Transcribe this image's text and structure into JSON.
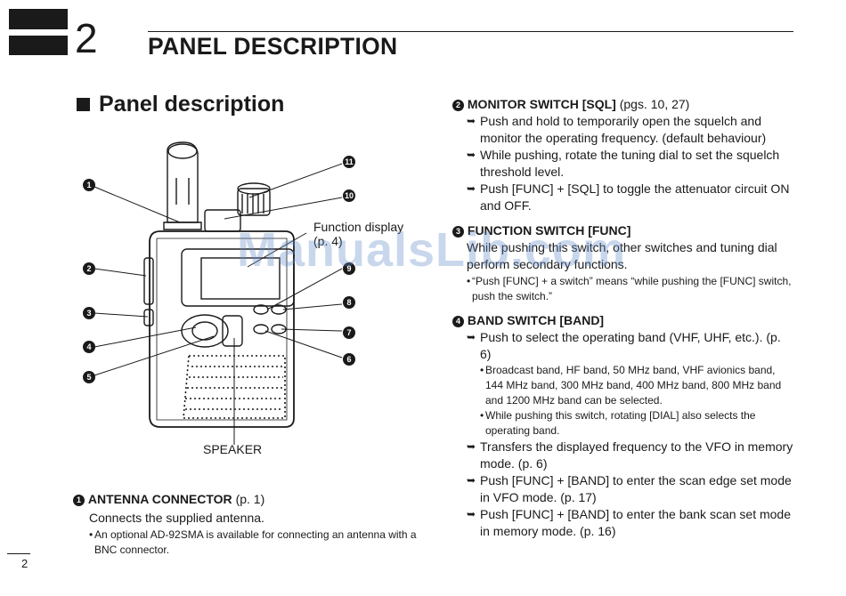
{
  "chapter": {
    "number": "2",
    "title": "PANEL DESCRIPTION"
  },
  "section": {
    "title": "Panel description"
  },
  "diagram": {
    "function_display_label": "Function display",
    "function_display_ref": "(p. 4)",
    "speaker_label": "SPEAKER",
    "callouts": [
      "1",
      "2",
      "3",
      "4",
      "5",
      "6",
      "7",
      "8",
      "9",
      "10",
      "11"
    ]
  },
  "watermark": "ManualsLib.com",
  "left_column": {
    "item1": {
      "num": "1",
      "name": "ANTENNA CONNECTOR",
      "ref": "(p. 1)",
      "desc": "Connects the supplied antenna.",
      "note": "An optional AD-92SMA is available for connecting an antenna with a BNC connector."
    }
  },
  "right_column": {
    "item2": {
      "num": "2",
      "name": "MONITOR SWITCH [SQL]",
      "ref": "(pgs. 10, 27)",
      "points": [
        "Push and hold to temporarily open the squelch and monitor the operating frequency. (default behaviour)",
        "While pushing, rotate the tuning dial to set the squelch threshold level.",
        "Push [FUNC] + [SQL] to toggle the attenuator circuit ON and OFF."
      ]
    },
    "item3": {
      "num": "3",
      "name": "FUNCTION SWITCH [FUNC]",
      "desc": "While pushing this switch, other switches and tuning dial perform secondary functions.",
      "note": "“Push [FUNC] + a switch” means “while pushing the [FUNC] switch, push the switch.”"
    },
    "item4": {
      "num": "4",
      "name": "BAND SWITCH [BAND]",
      "point1": "Push to select the operating band (VHF, UHF, etc.). (p. 6)",
      "notes": [
        "Broadcast band, HF band, 50 MHz band, VHF avionics band, 144 MHz band, 300 MHz band, 400 MHz band, 800 MHz band and 1200 MHz band can be selected.",
        "While pushing this switch, rotating [DIAL] also selects the operating band."
      ],
      "points_after": [
        "Transfers the displayed frequency to the VFO in memory mode. (p. 6)",
        "Push [FUNC] + [BAND] to enter the scan edge set mode in VFO mode. (p. 17)",
        "Push [FUNC] + [BAND] to enter the bank scan set mode in memory mode. (p. 16)"
      ]
    }
  },
  "page_number": "2"
}
